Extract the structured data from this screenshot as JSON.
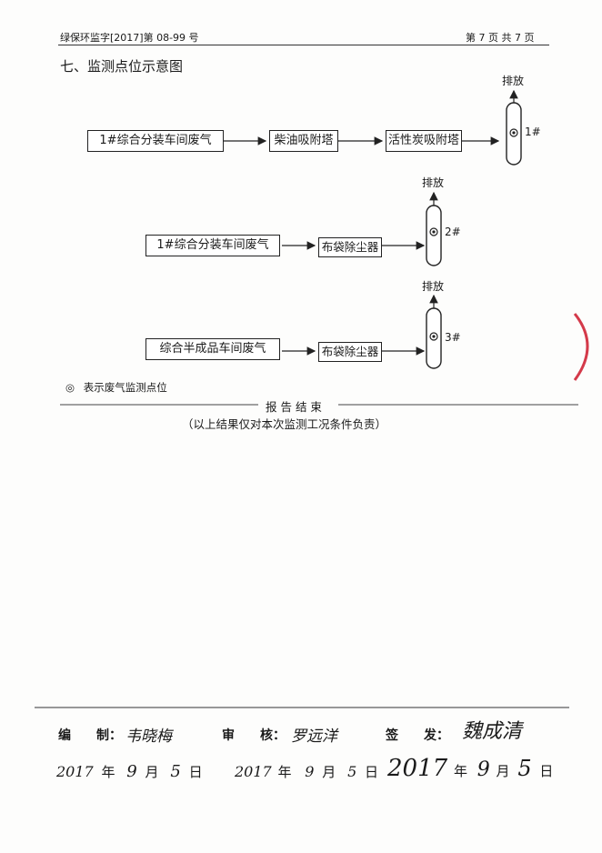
{
  "header": {
    "doc_number": "绿保环监字[2017]第 08-99 号",
    "page_info": "第 7 页 共 7 页"
  },
  "section_title": "七、监测点位示意图",
  "flows": [
    {
      "source": "1#综合分装车间废气",
      "step1": "柴油吸附塔",
      "step2": "活性炭吸附塔",
      "outlet": "排放",
      "point": "1#"
    },
    {
      "source": "1#综合分装车间废气",
      "step1": "布袋除尘器",
      "outlet": "排放",
      "point": "2#"
    },
    {
      "source": "综合半成品车间废气",
      "step1": "布袋除尘器",
      "outlet": "排放",
      "point": "3#"
    }
  ],
  "legend": {
    "symbol": "◎",
    "text": "表示废气监测点位"
  },
  "end_marker": "报 告 结 束",
  "end_note": "（以上结果仅对本次监测工况条件负责）",
  "signatures": {
    "compile_label": "编　　制：",
    "compile_name": "韦晓梅",
    "review_label": "审　　核：",
    "review_name": "罗远洋",
    "issue_label": "签　　发：",
    "issue_name": "魏成清",
    "dates": [
      {
        "y": "2017",
        "ylabel": "年",
        "m": "9",
        "mlabel": "月",
        "d": "5",
        "dlabel": "日"
      },
      {
        "y": "2017",
        "ylabel": "年",
        "m": "9",
        "mlabel": "月",
        "d": "5",
        "dlabel": "日"
      },
      {
        "y": "2017",
        "ylabel": "年",
        "m": "9",
        "mlabel": "月",
        "d": "5",
        "dlabel": "日"
      }
    ]
  }
}
